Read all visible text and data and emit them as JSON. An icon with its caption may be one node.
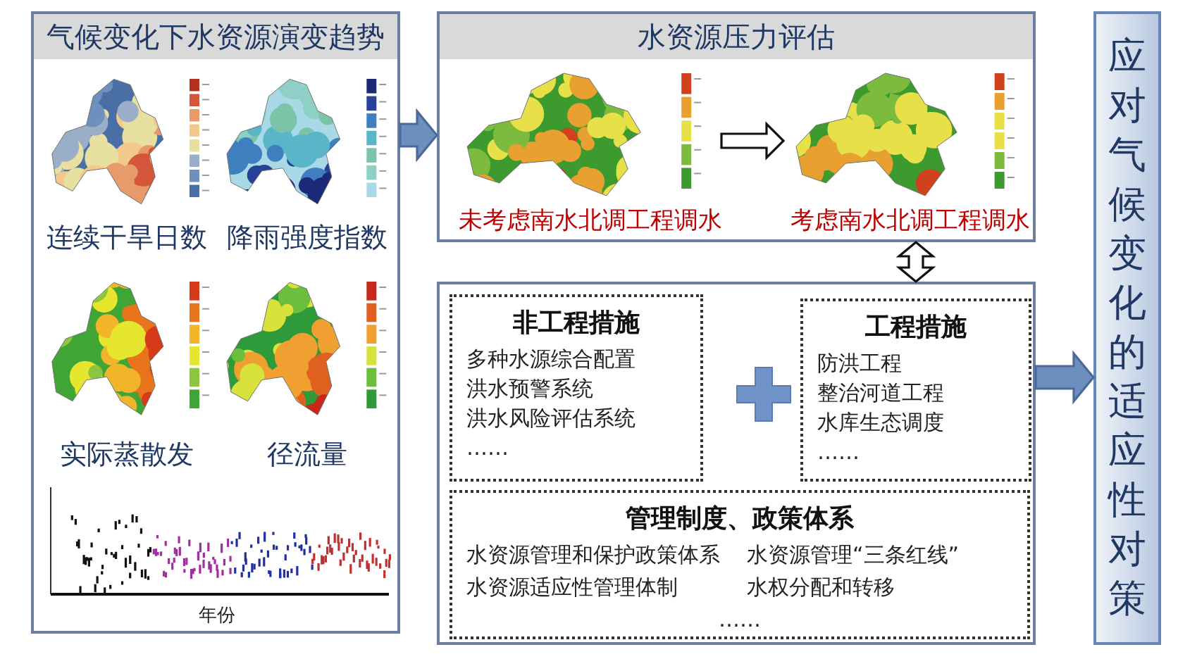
{
  "diagram": {
    "nodes": [
      {
        "text": [
          "气候变化下水资源演变趋势"
        ]
      },
      {
        "text": [
          "水资源压力评估"
        ]
      },
      {
        "text": [],
        "shape": "picture",
        "in": 1,
        "beside": [
          "未考虑南水北调工程调水"
        ]
      },
      {
        "text": [],
        "shape": "picture",
        "in": 1,
        "beside": [
          "考虑南水北调工程调水"
        ]
      },
      {
        "text": [],
        "shape": "box"
      },
      {
        "text": [
          "非工程措施",
          "多种水源综合配置",
          "洪水预警系统",
          "洪水风险评估系统",
          "……"
        ],
        "in": 4
      },
      {
        "text": [
          "工程措施",
          "防洪工程",
          "整治河道工程",
          "水库生态调度",
          "……"
        ],
        "in": 4
      },
      {
        "text": [
          "管理制度、政策体系",
          "水资源管理和保护政策体系",
          "水资源管理“三条红线”",
          "水资源适应性管理体制",
          "水权分配和转移",
          "……"
        ],
        "in": 4
      },
      {
        "text": [
          "应对气候变化的适应性对策"
        ]
      }
    ],
    "edges": [
      {
        "from": 0,
        "to": 1,
        "arrow": "to",
        "color": "#6d8fbf"
      },
      {
        "from": 2,
        "to": 3,
        "arrow": "to"
      },
      {
        "from": 1,
        "to": 4,
        "arrow": "both"
      },
      {
        "from": 4,
        "to": 8,
        "arrow": "to",
        "color": "#6d8fbf"
      }
    ],
    "labels": [
      "连续干旱日数",
      "降雨强度指数",
      "实际蒸散发",
      "径流量",
      "年份"
    ]
  }
}
